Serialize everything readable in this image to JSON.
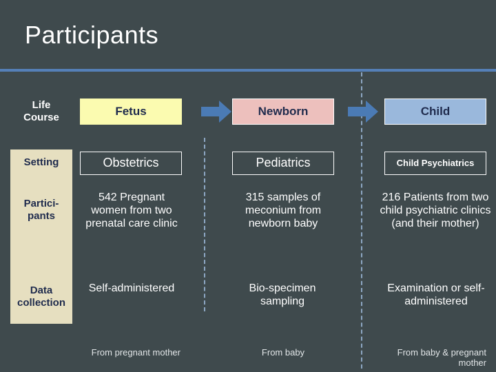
{
  "slide": {
    "title": "Participants",
    "accent_rule_color": "#5580b8",
    "background_color": "#3f4a4d",
    "label_column_color": "#e6dfc0",
    "arrow_color": "#4b7bb5",
    "dash_color": "#8ea8c4"
  },
  "row_labels": {
    "life_course": "Life\nCourse",
    "life_course_line1": "Life",
    "life_course_line2": "Course",
    "setting": "Setting",
    "participants_line1": "Partici-",
    "participants_line2": "pants",
    "data_collection_line1": "Data",
    "data_collection_line2": "collection"
  },
  "columns": [
    {
      "key": "fetus",
      "stage": "Fetus",
      "stage_color": "#fbfbb0",
      "setting": "Obstetrics",
      "participants": "542 Pregnant women from two prenatal care clinic",
      "data_collection": "Self-administered",
      "footnote": "From  pregnant mother"
    },
    {
      "key": "newborn",
      "stage": "Newborn",
      "stage_color": "#edc0bd",
      "setting": "Pediatrics",
      "participants": "315 samples of meconium from newborn baby",
      "data_collection": "Bio-specimen sampling",
      "footnote": "From  baby"
    },
    {
      "key": "child",
      "stage": "Child",
      "stage_color": "#9ab8dc",
      "setting": "Child Psychiatrics",
      "participants": "216 Patients from two child psychiatric clinics (and their mother)",
      "data_collection": "Examination or  self-administered",
      "footnote": "From  baby & pregnant mother"
    }
  ],
  "arrows": [
    {
      "name": "arrow-fetus-to-newborn"
    },
    {
      "name": "arrow-newborn-to-child"
    }
  ]
}
